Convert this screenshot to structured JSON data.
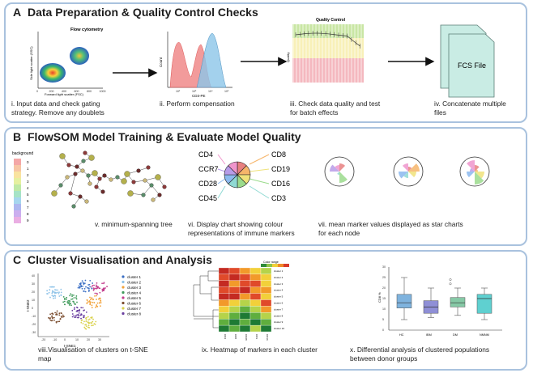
{
  "panels": {
    "a": {
      "letter": "A",
      "title": "Data Preparation & Quality Control Checks",
      "flow_title": "Flow cytometry",
      "flow_ylabel": "Side light scatter (SSC)",
      "flow_xlabel": "Forward light scatter (FSC)",
      "flow_ticks": [
        "0",
        "200",
        "400",
        "600",
        "800",
        "1000"
      ],
      "comp_ylabel": "Count",
      "comp_xlabel": "CD3-PE",
      "comp_ticks": [
        "10²",
        "10³",
        "10⁴",
        "10⁵"
      ],
      "qc_title": "Quality Control",
      "qc_ylabel": "Quality",
      "fcs_label": "FCS File",
      "cap1": [
        "i. Input data and check gating",
        "strategy. Remove any doublets"
      ],
      "cap2": [
        "ii. Perform compensation"
      ],
      "cap3": [
        "iii. Check data quality and test",
        "for batch effects"
      ],
      "cap4": [
        "iv. Concatenate multiple",
        "files"
      ]
    },
    "b": {
      "letter": "B",
      "title": "FlowSOM Model Training & Evaluate Model Quality",
      "legend_title": "background",
      "legend_items": [
        "0",
        "1",
        "2",
        "3",
        "4",
        "5",
        "6",
        "7",
        "8",
        "9"
      ],
      "legend_colors": [
        "#f4a7a7",
        "#f7c6a5",
        "#f9e3a0",
        "#e6f0a0",
        "#bfe9a6",
        "#a6e3c6",
        "#a6d6ee",
        "#adb7ef",
        "#cbaeef",
        "#eaaee3"
      ],
      "markers_left": [
        "CD4",
        "CCR7",
        "CD28",
        "CD45"
      ],
      "markers_right": [
        "CD8",
        "CD19",
        "CD16",
        "CD3"
      ],
      "marker_colors": [
        "#e88080",
        "#f6b56a",
        "#f0e27a",
        "#9bdb8c",
        "#8fd9d3",
        "#8bb9ef",
        "#b79be8",
        "#ef95cc"
      ],
      "cap1": [
        "v. minimum-spanning tree"
      ],
      "cap2": [
        "vi. Display chart showing colour",
        "representations of immune markers"
      ],
      "cap3": [
        "vii. mean marker values displayed as star charts",
        "for each node"
      ]
    },
    "c": {
      "letter": "C",
      "title": "Cluster Visualisation and Analysis",
      "tsne_xlabel": "t-SNE1",
      "tsne_ylabel": "t-SNE2",
      "tsne_xticks": [
        "-20",
        "-10",
        "0",
        "10",
        "20",
        "30"
      ],
      "tsne_yticks": [
        "40",
        "30",
        "20",
        "10",
        "0",
        "-10",
        "-20",
        "-30"
      ],
      "tsne_legend": [
        "cluster 1",
        "cluster 2",
        "cluster 3",
        "cluster 4",
        "cluster 5",
        "cluster 6",
        "cluster 7",
        "cluster 8"
      ],
      "tsne_colors": [
        "#3b6fc4",
        "#8fc3e8",
        "#f2a23a",
        "#3f9a5a",
        "#c23b8c",
        "#7a4c2e",
        "#d9d14a",
        "#6a3fa0"
      ],
      "heat_scale_label": "Color range",
      "heat_rows": [
        "cluster 1",
        "cluster 2",
        "cluster 3",
        "cluster 4",
        "cluster 5",
        "cluster 6",
        "cluster 7",
        "cluster 8",
        "cluster 9",
        "cluster 10"
      ],
      "heat_cols": [
        "CD4",
        "CD8",
        "CD28",
        "CD3",
        "CD16"
      ],
      "box_ylabel": "CD8 %",
      "box_yticks": [
        "30",
        "25",
        "20",
        "15",
        "10",
        "5",
        "0"
      ],
      "box_groups": [
        "HC",
        "IBM",
        "DM",
        "NMNM"
      ],
      "box_colors": [
        "#7fb3de",
        "#8f8fd6",
        "#86c9a6",
        "#5fd0d0"
      ],
      "cap1": [
        "viii.Visualisation of clusters on t-SNE",
        "map"
      ],
      "cap2": [
        "ix. Heatmap of markers in each cluster"
      ],
      "cap3": [
        "x. Differential analysis of clustered populations",
        "between donor groups"
      ]
    }
  },
  "colors": {
    "panel_border": "#a9c2de",
    "arrow": "#111111",
    "fcs_fill": "#c9ece4"
  }
}
